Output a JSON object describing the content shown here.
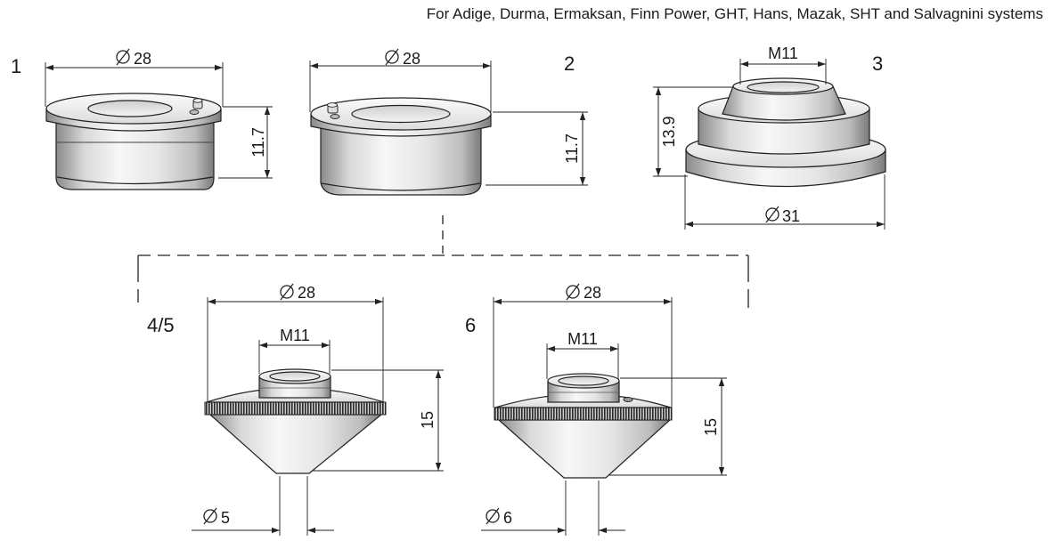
{
  "caption": "For Adige, Durma, Ermaksan, Finn Power, GHT, Hans, Mazak, SHT and Salvagnini systems",
  "parts": [
    {
      "label": "1",
      "dimensions": {
        "diameter": "28",
        "height": "11.7"
      }
    },
    {
      "label": "2",
      "dimensions": {
        "diameter": "28",
        "height": "11.7"
      }
    },
    {
      "label": "3",
      "dimensions": {
        "thread": "M11",
        "height": "13.9",
        "diameter": "31"
      }
    },
    {
      "label": "4/5",
      "dimensions": {
        "diameter": "28",
        "thread": "M11",
        "height": "15",
        "tip_diameter": "5"
      }
    },
    {
      "label": "6",
      "dimensions": {
        "diameter": "28",
        "thread": "M11",
        "height": "15",
        "tip_diameter": "6"
      }
    }
  ],
  "symbols": {
    "diameter": "Ø"
  }
}
